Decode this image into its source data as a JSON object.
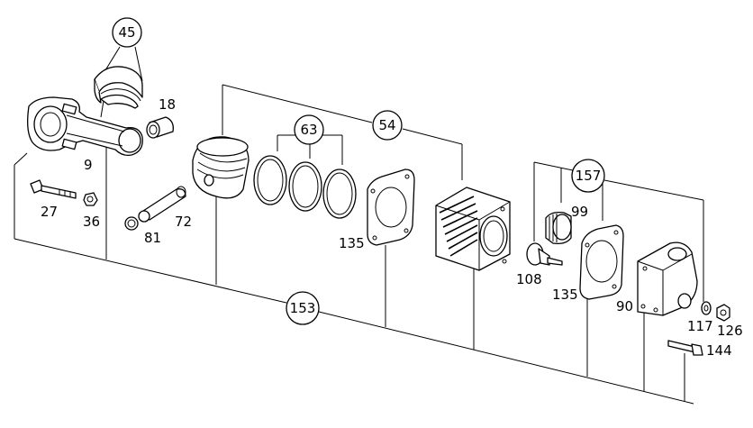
{
  "diagram": {
    "type": "exploded-parts-diagram",
    "callouts": {
      "c45": "45",
      "c63": "63",
      "c54": "54",
      "c157": "157",
      "c153": "153"
    },
    "labels": {
      "l18": "18",
      "l9": "9",
      "l27": "27",
      "l36": "36",
      "l72": "72",
      "l81": "81",
      "l135a": "135",
      "l99": "99",
      "l108": "108",
      "l135b": "135",
      "l90": "90",
      "l117": "117",
      "l126": "126",
      "l144": "144"
    }
  }
}
